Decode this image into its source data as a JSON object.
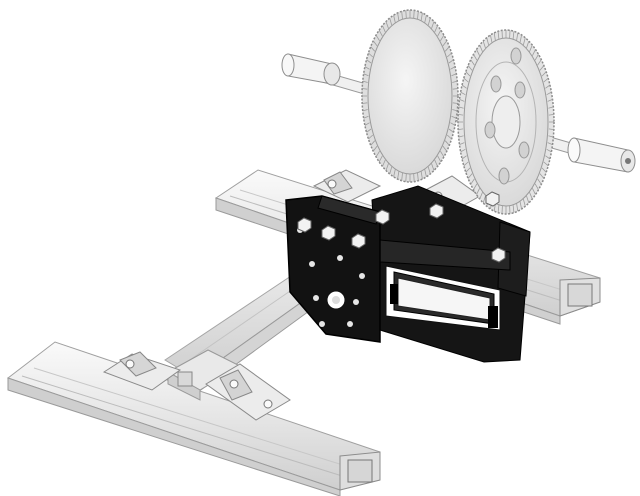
{
  "colors": {
    "background": "#ffffff",
    "aluminum_light": "#f2f2f2",
    "aluminum_mid": "#dcdcdc",
    "aluminum_edge": "#9a9a9a",
    "gear_fill": "#e9e9e9",
    "gear_edge": "#8d8d8d",
    "plate_fill": "#121212",
    "plate_edge": "#000000",
    "outline": "#555555"
  },
  "parts": [
    "front-rail-extrusion",
    "rear-rail-extrusion",
    "cross-beam-extrusion",
    "center-beam-extrusion",
    "spur-gear-front",
    "spur-gear-rear",
    "drive-shaft",
    "shaft-collar",
    "motor-mount-plate",
    "motor-bracket-frame",
    "corner-bracket",
    "hex-nut"
  ]
}
